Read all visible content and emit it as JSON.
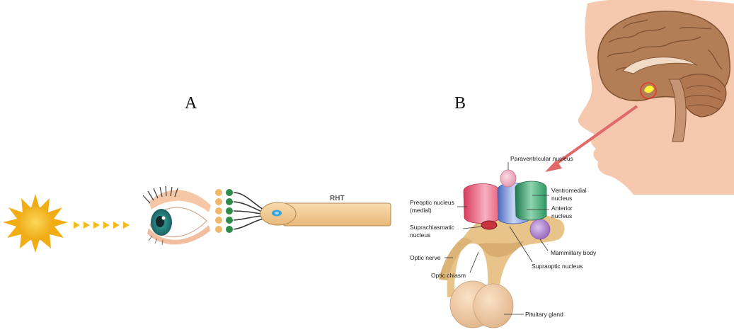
{
  "panels": {
    "a": "A",
    "b": "B"
  },
  "neuron": {
    "axon_label": "RHT"
  },
  "hypothalamus": {
    "labels": {
      "paraventricular": "Paraventricular nucleus",
      "preoptic_1": "Preoptic nucleus",
      "preoptic_2": "(medial)",
      "ventromedial_1": "Ventromedial",
      "ventromedial_2": "nucleus",
      "anterior_1": "Anterior",
      "anterior_2": "nucleus",
      "suprachiasmatic_1": "Suprachiasmatic",
      "suprachiasmatic_2": "nucleus",
      "optic_nerve": "Optic nerve",
      "optic_chiasm": "Optic chiasm",
      "mammillary": "Mammillary body",
      "supraoptic": "Supraoptic nucleus",
      "pituitary": "Pituitary gland"
    }
  },
  "colors": {
    "sun": "#f5b91c",
    "arrow_chevrons": "#f5b91c",
    "axon": "#f3c98b",
    "photoreceptor_outer": "#f0b96a",
    "photoreceptor_inner": "#2e8b4a",
    "iris": "#2a8f8a",
    "skin": "#f6c9ae",
    "brain": "#b07a52",
    "pointer_arrow": "#e06a6a",
    "preoptic": "#e8607a",
    "anterior": "#6f8fd6",
    "ventromedial": "#2e9a64",
    "paraventricular": "#f0b6c8",
    "mammillary": "#b48ad2",
    "scn": "#c8323c",
    "tissue": "#e8c48a"
  }
}
